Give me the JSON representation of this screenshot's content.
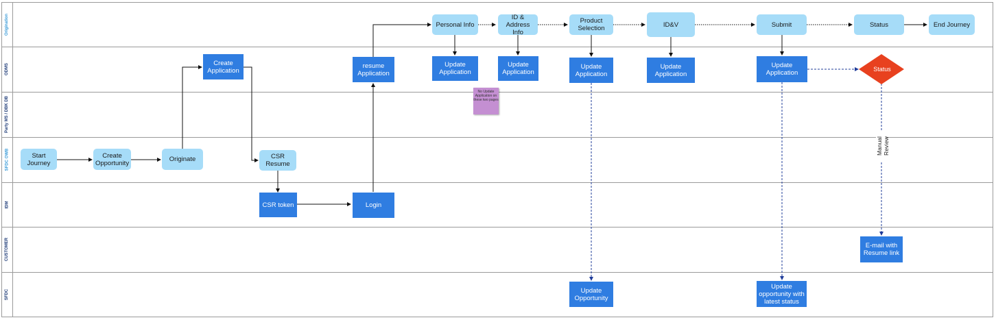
{
  "lanes": [
    {
      "label": "Origination",
      "style": "light"
    },
    {
      "label": "ODMS",
      "style": "dark"
    },
    {
      "label": "Party MS / DBK DB",
      "style": "dark"
    },
    {
      "label": "SFDC OWB",
      "style": "light"
    },
    {
      "label": "IDM",
      "style": "dark"
    },
    {
      "label": "CUSTOMER",
      "style": "dark"
    },
    {
      "label": "SFDC",
      "style": "dark"
    }
  ],
  "nodes": {
    "start_journey": "Start Journey",
    "create_opportunity": "Create Opportunity",
    "originate": "Originate",
    "create_application": "Create Application",
    "csr_resume": "CSR Resume",
    "csr_token": "CSR token",
    "login": "Login",
    "resume_application": "resume Application",
    "personal_info": "Personal Info",
    "id_address_info": "ID & Address Info",
    "product_selection": "Product Selection",
    "idv": "ID&V",
    "submit": "Submit",
    "status": "Status",
    "end_journey": "End Journey",
    "update_app_personal": "Update Application",
    "update_app_id": "Update Application",
    "update_app_product": "Update Application",
    "update_app_idv": "Update Application",
    "update_app_submit": "Update Application",
    "status_decision": "Status",
    "email_resume": "E-mail with Resume link",
    "update_opportunity": "Update Opportunity",
    "update_opportunity_status": "Update opportunity with latest status"
  },
  "note": "No Update Application on these two pages",
  "edge_labels": {
    "manual_review": "Manual Review"
  },
  "colors": {
    "light_node": "#a6dcf8",
    "dark_node": "#2f7de1",
    "decision": "#e8411f",
    "note": "#c48fd2",
    "dashed_edge": "#1f3c9a"
  }
}
